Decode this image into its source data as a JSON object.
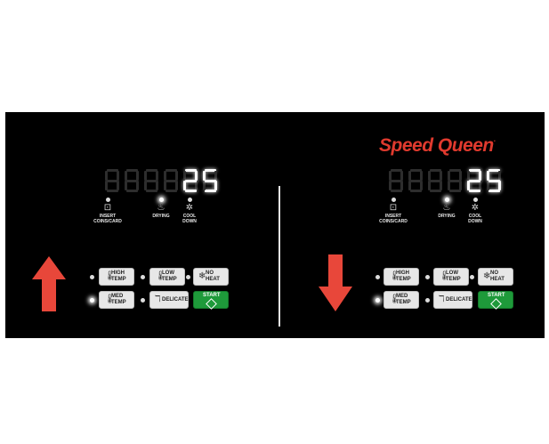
{
  "brand": {
    "name": "Speed Queen",
    "mark": "."
  },
  "colors": {
    "accent": "#e03a2e",
    "start": "#1e9a3a",
    "panel": "#000000"
  },
  "displays": [
    {
      "value": "25"
    },
    {
      "value": "25"
    }
  ],
  "cycle_status": [
    {
      "icon": "coin-card-icon",
      "glyph": "⊡",
      "label": "INSERT\nCOINS/CARD"
    },
    {
      "icon": "shirt-drying-icon",
      "glyph": "♨",
      "label": "DRYING"
    },
    {
      "icon": "snowflake-icon",
      "glyph": "✲",
      "label": "COOL\nDOWN"
    }
  ],
  "buttons": {
    "high_temp": "HIGH\nTEMP",
    "low_temp": "LOW\nTEMP",
    "no_heat": "NO\nHEAT",
    "med_temp": "MED\nTEMP",
    "delicate": "DELICATE",
    "start": "START"
  },
  "arrows": [
    {
      "direction": "up"
    },
    {
      "direction": "down"
    }
  ]
}
